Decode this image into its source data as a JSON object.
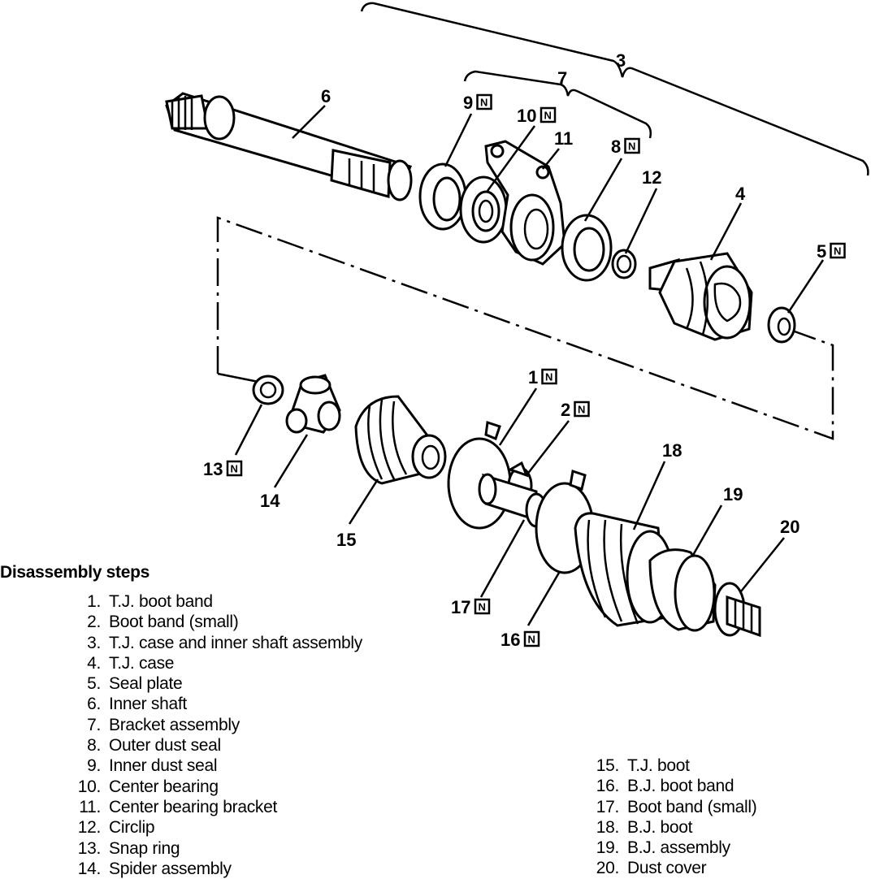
{
  "callouts": [
    {
      "id": "1",
      "label": "1",
      "n_mark": true
    },
    {
      "id": "2",
      "label": "2",
      "n_mark": true
    },
    {
      "id": "3",
      "label": "3",
      "n_mark": false
    },
    {
      "id": "4",
      "label": "4",
      "n_mark": false
    },
    {
      "id": "5",
      "label": "5",
      "n_mark": true
    },
    {
      "id": "6",
      "label": "6",
      "n_mark": false
    },
    {
      "id": "7",
      "label": "7",
      "n_mark": false
    },
    {
      "id": "8",
      "label": "8",
      "n_mark": true
    },
    {
      "id": "9",
      "label": "9",
      "n_mark": true
    },
    {
      "id": "10",
      "label": "10",
      "n_mark": true
    },
    {
      "id": "11",
      "label": "11",
      "n_mark": false
    },
    {
      "id": "12",
      "label": "12",
      "n_mark": false
    },
    {
      "id": "13",
      "label": "13",
      "n_mark": true
    },
    {
      "id": "14",
      "label": "14",
      "n_mark": false
    },
    {
      "id": "15",
      "label": "15",
      "n_mark": false
    },
    {
      "id": "16",
      "label": "16",
      "n_mark": true
    },
    {
      "id": "17",
      "label": "17",
      "n_mark": true
    },
    {
      "id": "18",
      "label": "18",
      "n_mark": false
    },
    {
      "id": "19",
      "label": "19",
      "n_mark": false
    },
    {
      "id": "20",
      "label": "20",
      "n_mark": false
    }
  ],
  "n_mark_letter": "N",
  "legend": {
    "title": "Disassembly steps",
    "steps_left": [
      {
        "num": "1.",
        "text": "T.J. boot band"
      },
      {
        "num": "2.",
        "text": "Boot band (small)"
      },
      {
        "num": "3.",
        "text": "T.J. case and inner shaft assembly"
      },
      {
        "num": "4.",
        "text": "T.J. case"
      },
      {
        "num": "5.",
        "text": "Seal plate"
      },
      {
        "num": "6.",
        "text": "Inner shaft"
      },
      {
        "num": "7.",
        "text": "Bracket assembly"
      },
      {
        "num": "8.",
        "text": "Outer dust seal"
      },
      {
        "num": "9.",
        "text": "Inner dust seal"
      },
      {
        "num": "10.",
        "text": "Center bearing"
      },
      {
        "num": "11.",
        "text": "Center bearing bracket"
      },
      {
        "num": "12.",
        "text": "Circlip"
      },
      {
        "num": "13.",
        "text": "Snap ring"
      },
      {
        "num": "14.",
        "text": "Spider assembly"
      }
    ],
    "steps_right": [
      {
        "num": "15.",
        "text": "T.J. boot"
      },
      {
        "num": "16.",
        "text": "B.J. boot band"
      },
      {
        "num": "17.",
        "text": "Boot band (small)"
      },
      {
        "num": "18.",
        "text": "B.J. boot"
      },
      {
        "num": "19.",
        "text": "B.J. assembly"
      },
      {
        "num": "20.",
        "text": "Dust cover"
      }
    ]
  }
}
